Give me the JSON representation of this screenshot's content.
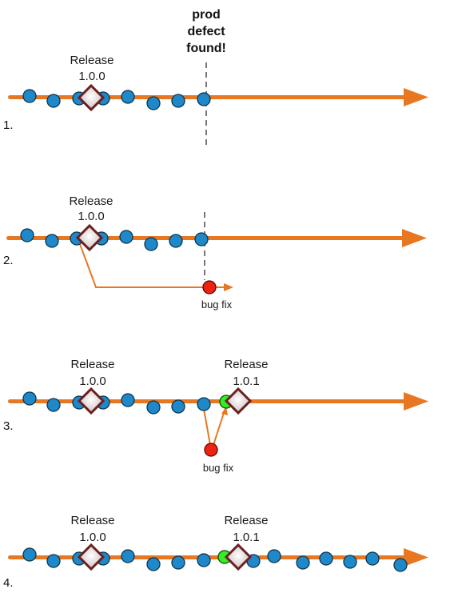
{
  "colors": {
    "timeline": "#e87722",
    "commit": "#1e88c8",
    "commit_stroke": "#0b3550",
    "bugfix": "#ee2211",
    "merged": "#33ee22",
    "release_fill": "#d9cfcf",
    "release_stroke": "#6b1f1f",
    "dashed": "#777777"
  },
  "annotations": {
    "prod_defect": [
      "prod",
      "defect",
      "found!"
    ]
  },
  "panels": [
    {
      "number": "1.",
      "releases": [
        {
          "name": "Release",
          "version": "1.0.0"
        }
      ]
    },
    {
      "number": "2.",
      "releases": [
        {
          "name": "Release",
          "version": "1.0.0"
        }
      ],
      "bugfix_label": "bug fix"
    },
    {
      "number": "3.",
      "releases": [
        {
          "name": "Release",
          "version": "1.0.0"
        },
        {
          "name": "Release",
          "version": "1.0.1"
        }
      ],
      "bugfix_label": "bug fix"
    },
    {
      "number": "4.",
      "releases": [
        {
          "name": "Release",
          "version": "1.0.0"
        },
        {
          "name": "Release",
          "version": "1.0.1"
        }
      ]
    }
  ]
}
